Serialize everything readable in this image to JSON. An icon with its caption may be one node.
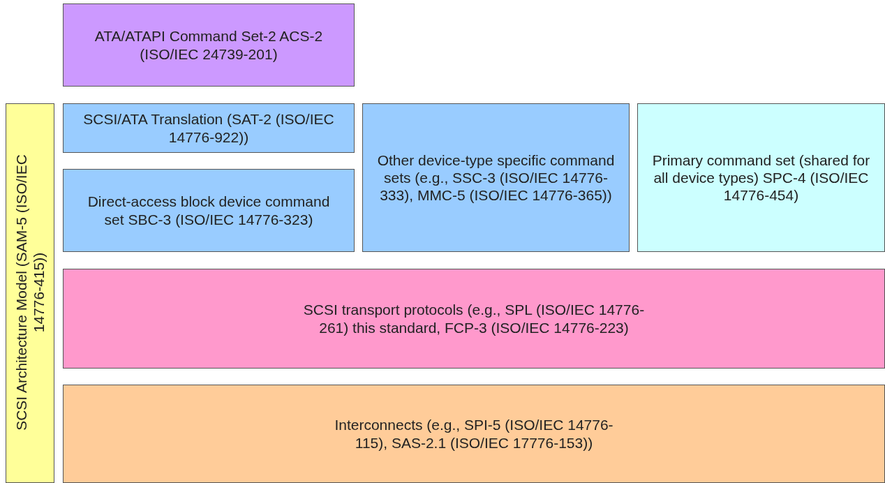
{
  "diagram": {
    "nodes": [
      {
        "text": [
          "ATA/ATAPI Command Set-2 ACS-2 (ISO/IEC 24739-201)"
        ]
      },
      {
        "text": [
          "SCSI Architecture Model (SAM-5 (ISO/IEC 14776-415))"
        ]
      },
      {
        "text": [
          "SCSI/ATA Translation (SAT-2 (ISO/IEC 14776-922))"
        ]
      },
      {
        "text": [
          "Direct-access block device command set SBC-3 (ISO/IEC 14776-323)"
        ]
      },
      {
        "text": [
          "Other device-type specific command sets (e.g., SSC-3 (ISO/IEC 14776-333), MMC-5 (ISO/IEC 14776-365))"
        ]
      },
      {
        "text": [
          "Primary command set (shared for all device types) SPC-4 (ISO/IEC 14776-454)"
        ]
      },
      {
        "text": [
          "SCSI transport protocols (e.g., SPL (ISO/IEC 14776-261) this standard, FCP-3 (ISO/IEC 14776-223)"
        ]
      },
      {
        "text": [
          "Interconnects (e.g., SPI-5 (ISO/IEC 14776-115), SAS-2.1 (ISO/IEC 17776-153))"
        ]
      }
    ]
  }
}
